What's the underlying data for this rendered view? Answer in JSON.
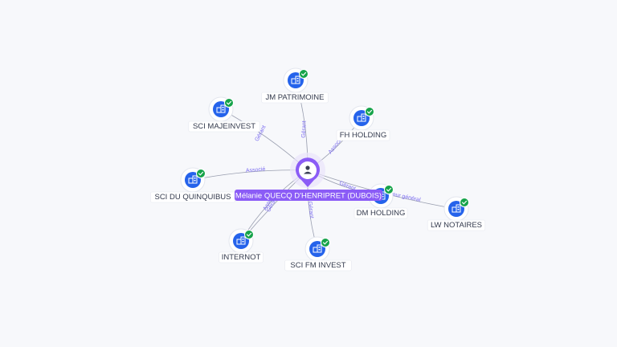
{
  "center": {
    "label": "Mélanie QUECQ D'HENRIPRET (DUBOIS)",
    "icon": "person-icon",
    "color": "#8b5cf6"
  },
  "nodes": [
    {
      "id": "jm",
      "label": "JM PATRIMOINE",
      "icon": "building-icon",
      "verified": true
    },
    {
      "id": "sci-maj",
      "label": "SCI MAJEINVEST",
      "icon": "building-icon",
      "verified": true
    },
    {
      "id": "fh",
      "label": "FH HOLDING",
      "icon": "building-icon",
      "verified": true
    },
    {
      "id": "sci-quin",
      "label": "SCI DU QUINQUIBUS",
      "icon": "building-icon",
      "verified": true
    },
    {
      "id": "dm",
      "label": "DM HOLDING",
      "icon": "building-icon",
      "verified": true
    },
    {
      "id": "lw",
      "label": "LW NOTAIRES",
      "icon": "building-icon",
      "verified": true
    },
    {
      "id": "internot",
      "label": "INTERNOT",
      "icon": "building-icon",
      "verified": true
    },
    {
      "id": "sci-fm",
      "label": "SCI FM INVEST",
      "icon": "building-icon",
      "verified": true
    }
  ],
  "edges": [
    {
      "from": "center",
      "to": "jm",
      "label": "Gérant"
    },
    {
      "from": "center",
      "to": "sci-maj",
      "label": "Gérant"
    },
    {
      "from": "center",
      "to": "fh",
      "label": "Associé"
    },
    {
      "from": "center",
      "to": "sci-quin",
      "label": "Associé"
    },
    {
      "from": "center",
      "to": "dm",
      "label": "Gérant"
    },
    {
      "from": "center",
      "to": "lw",
      "label": "Directeur général"
    },
    {
      "from": "center",
      "to": "internot",
      "label": "Gérant"
    },
    {
      "from": "center",
      "to": "internot",
      "label": "Associé"
    },
    {
      "from": "center",
      "to": "sci-fm",
      "label": "Gérant"
    }
  ],
  "colors": {
    "company": "#2563eb",
    "verified": "#16a34a",
    "edge": "#9a9fb0",
    "edge_label": "#7b6cf0"
  }
}
